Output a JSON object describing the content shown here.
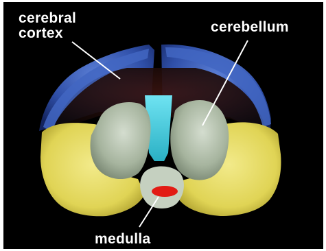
{
  "labels": {
    "cerebral_cortex_line1": "cerebral",
    "cerebral_cortex_line2": "cortex",
    "cerebellum": "cerebellum",
    "medulla": "medulla"
  },
  "colors": {
    "background": "#000000",
    "label_text": "#ffffff",
    "cerebral_cortex": "#2f4fa8",
    "cerebellum_outer": "#e4d85c",
    "cerebellum_inner": "#aab8a4",
    "ventricle": "#5fd6e6",
    "medulla": "#c7d2c2",
    "medulla_core": "#e21b14"
  }
}
